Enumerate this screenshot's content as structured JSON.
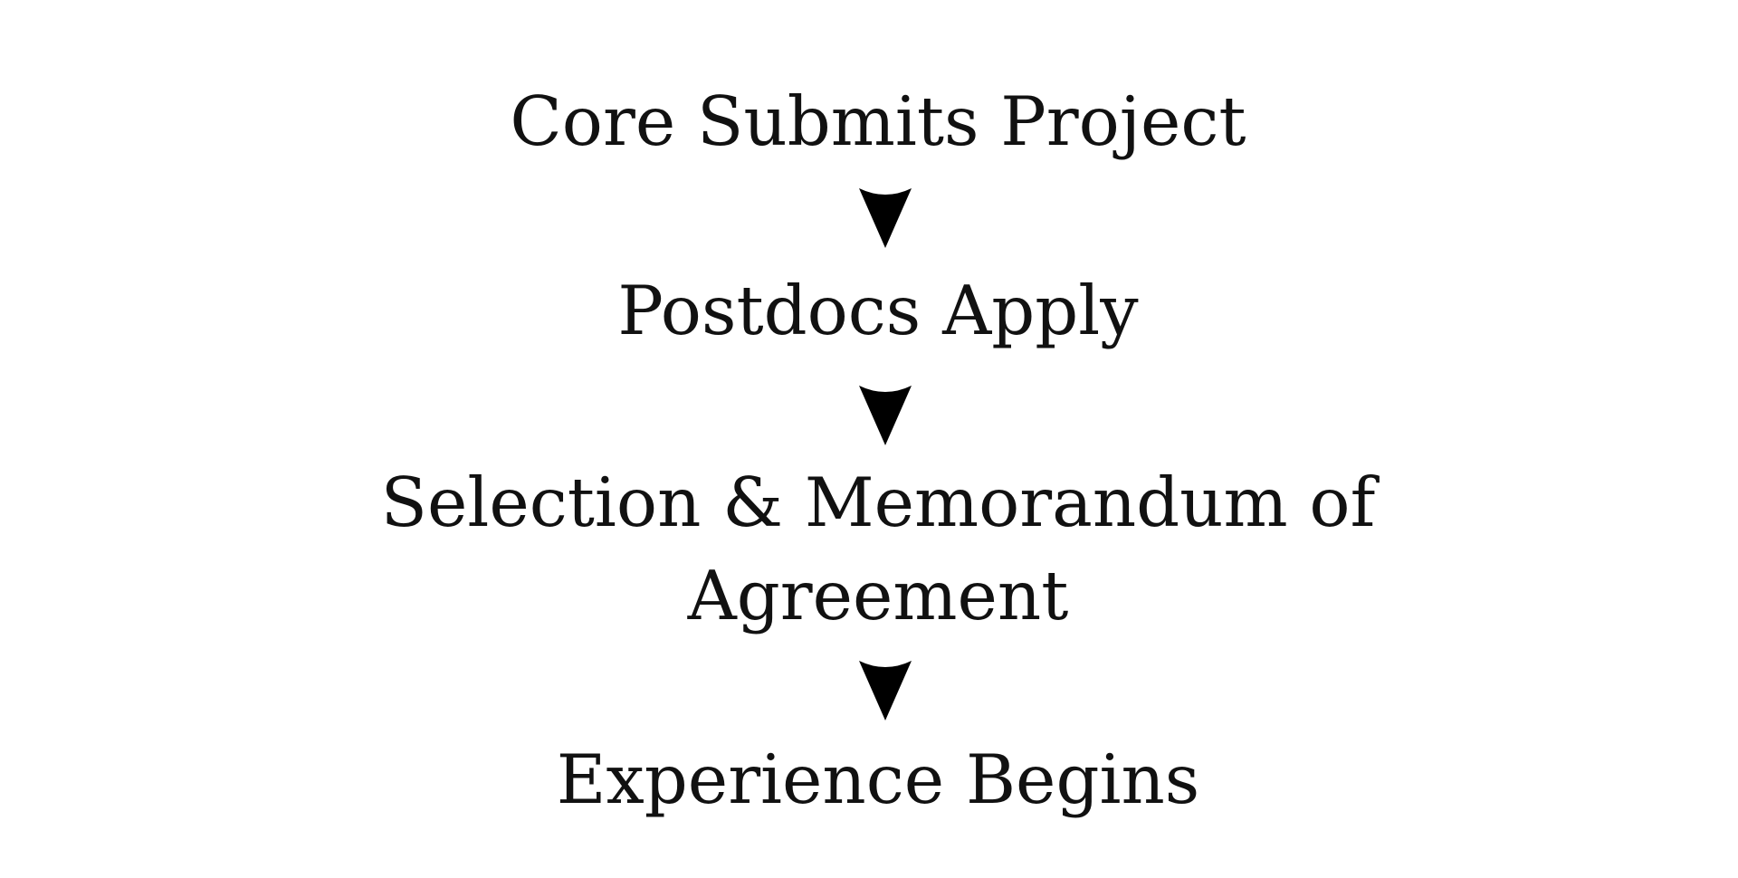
{
  "flowchart": {
    "steps": [
      {
        "line1": "Core Submits Project"
      },
      {
        "line1": "Postdocs Apply"
      },
      {
        "line1": "Selection & Memorandum of",
        "line2": "Agreement"
      },
      {
        "line1": "Experience Begins"
      }
    ],
    "arrow_icon": "down-arrowhead-icon",
    "colors": {
      "text": "#111111",
      "arrow": "#000000",
      "background": "#ffffff"
    }
  }
}
